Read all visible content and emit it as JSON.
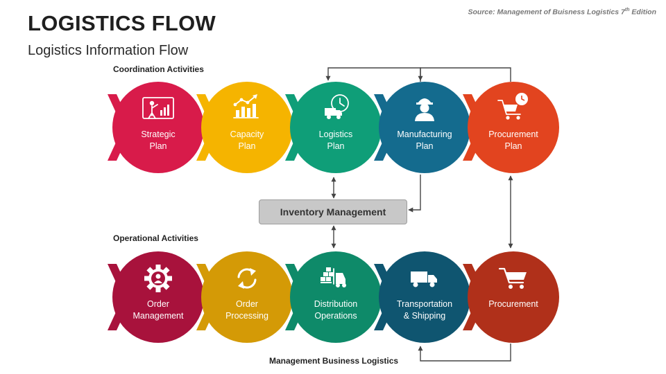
{
  "header": {
    "title": "LOGISTICS FLOW",
    "subtitle": "Logistics Information Flow",
    "source_text": "Source: Management of Buisness Logistics 7",
    "source_sup": "th",
    "source_suffix": " Edition"
  },
  "sections": {
    "coordination": "Coordination Activities",
    "operational": "Operational Activities",
    "management": "Management Business Logistics"
  },
  "inventory_box": "Inventory Management",
  "colors": {
    "top": [
      "#d81b4a",
      "#f5b400",
      "#0f9e78",
      "#146b8e",
      "#e2441f"
    ],
    "bottom": [
      "#a8123c",
      "#d49a06",
      "#0e8a69",
      "#0f5570",
      "#b0301a"
    ]
  },
  "coordination_nodes": [
    {
      "line1": "Strategic",
      "line2": "Plan",
      "icon": "presentation-icon"
    },
    {
      "line1": "Capacity",
      "line2": "Plan",
      "icon": "growth-chart-icon"
    },
    {
      "line1": "Logistics",
      "line2": "Plan",
      "icon": "delivery-time-icon"
    },
    {
      "line1": "Manufacturing",
      "line2": "Plan",
      "icon": "worker-icon"
    },
    {
      "line1": "Procurement",
      "line2": "Plan",
      "icon": "cart-clock-icon"
    }
  ],
  "operational_nodes": [
    {
      "line1": "Order",
      "line2": "Management",
      "icon": "gear-person-icon"
    },
    {
      "line1": "Order",
      "line2": "Processing",
      "icon": "cycle-arrows-icon"
    },
    {
      "line1": "Distribution",
      "line2": "Operations",
      "icon": "forklift-icon"
    },
    {
      "line1": "Transportation",
      "line2": "& Shipping",
      "icon": "truck-icon"
    },
    {
      "line1": "Procurement",
      "line2": "",
      "icon": "cart-icon"
    }
  ]
}
